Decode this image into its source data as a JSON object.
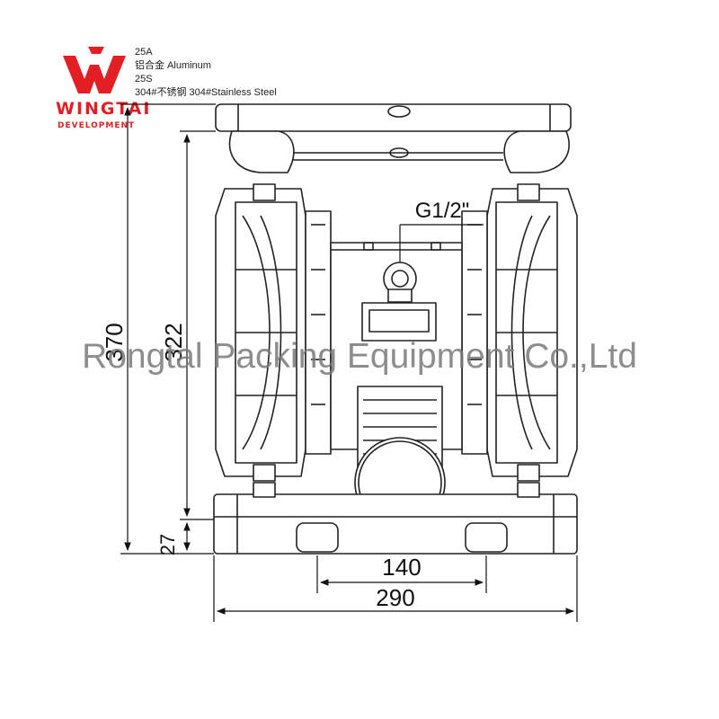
{
  "brand": {
    "name": "WINGTAI",
    "sub": "DEVELOPMENT",
    "color": "#e31e24"
  },
  "specs": [
    {
      "code": "25A",
      "desc": "铝合金  Aluminum"
    },
    {
      "code": "25S",
      "desc": "304#不锈钢 304#Stainless Steel"
    }
  ],
  "port_label": "G1/2\"",
  "dimensions": {
    "overall_height": "370",
    "inner_height": "322",
    "base_height": "27",
    "inlet_spacing": "140",
    "overall_width": "290"
  },
  "watermark": "Rongtal Packing Equipment Co.,Ltd"
}
